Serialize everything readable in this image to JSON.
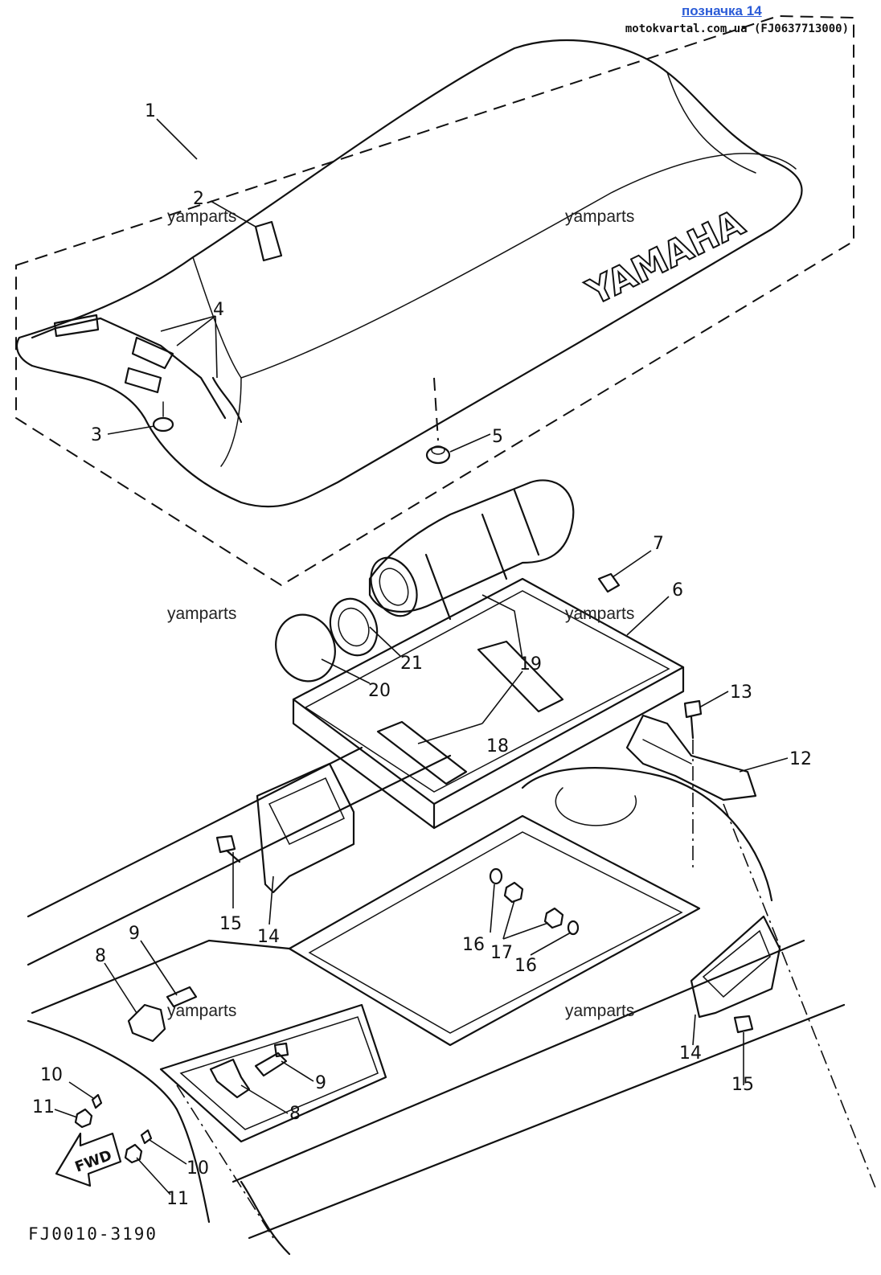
{
  "header": {
    "link_text": "позначка 14",
    "source_text": "motokvartal.com.ua (FJ0637713000)"
  },
  "watermark": "yamparts",
  "seat_brand": "YAMAHA",
  "fwd_label": "FWD",
  "drawing_code": "FJ0010-3190",
  "callouts": [
    "1",
    "2",
    "3",
    "4",
    "5",
    "6",
    "7",
    "8",
    "9",
    "10",
    "11",
    "12",
    "13",
    "14",
    "15",
    "16",
    "17",
    "18",
    "19",
    "20",
    "21"
  ]
}
